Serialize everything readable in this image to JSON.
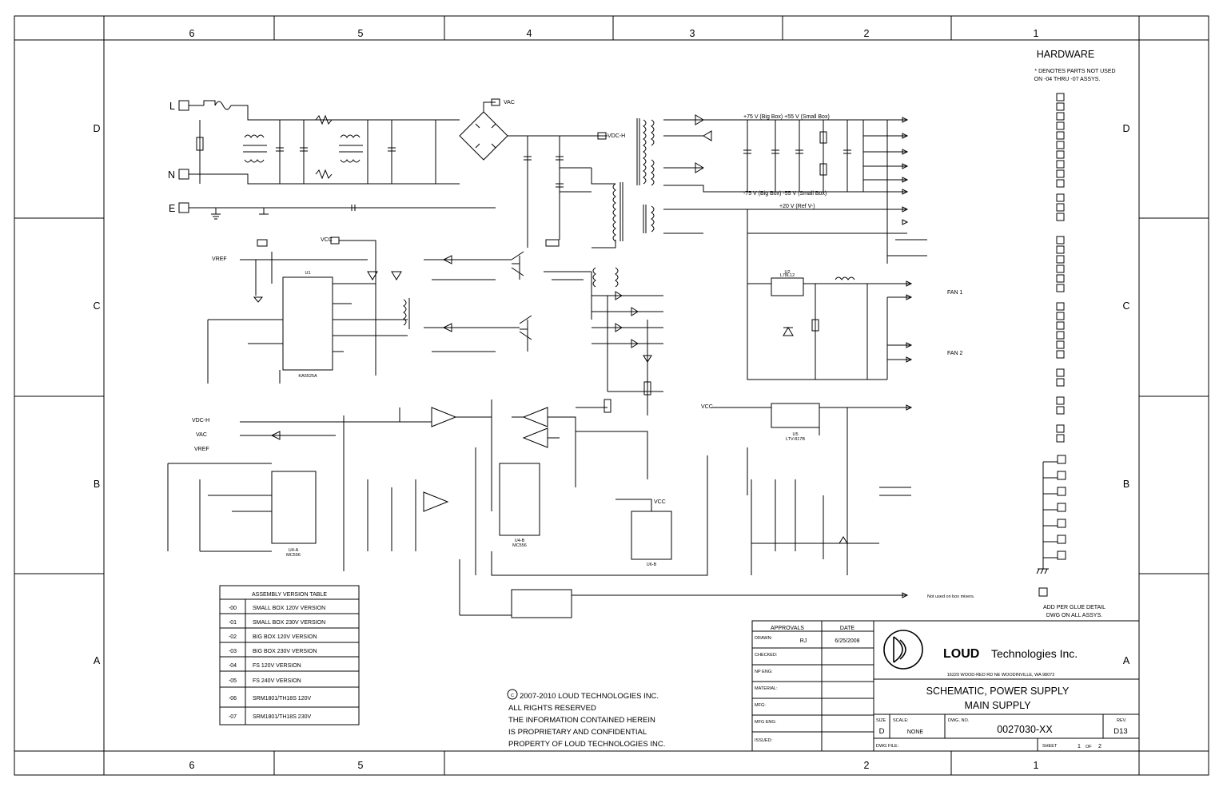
{
  "border": {
    "columns_top": [
      "6",
      "5",
      "4",
      "3",
      "2",
      "1"
    ],
    "columns_bottom": [
      "6",
      "5",
      "2",
      "1"
    ],
    "rows": [
      "D",
      "C",
      "B",
      "A"
    ]
  },
  "hardware": {
    "title": "HARDWARE",
    "note_line1": "* DENOTES PARTS NOT USED",
    "note_line2": "ON -04 THRU -07 ASSYS.",
    "glue_line1": "ADD PER GLUE DETAIL",
    "glue_line2": "DWG ON ALL ASSYS."
  },
  "rails": {
    "pos": "+75 V (Big Box) +55 V (Small Box)",
    "neg": "-75 V (Big Box) -55 V (Small Box)",
    "p20": "+20 V (Ref V-)"
  },
  "connectors": {
    "line": "L",
    "neutral": "N",
    "earth": "E",
    "fan1": "FAN 1",
    "fan2": "FAN 2",
    "pg_note": "Not used on box mixers."
  },
  "labels": {
    "vac": "VAC",
    "vdc_h": "VDC-H",
    "vcc": "VCC",
    "vref": "VREF",
    "ic_u1": "U1",
    "ic_u1_part": "KA5525A",
    "ic_u2": "U2",
    "ic_u2_part": "L78L12",
    "ic_u4a": "U4-A",
    "ic_u4a_part": "MC556",
    "ic_u4b": "U4-B",
    "ic_u4b_part": "MC556",
    "ic_u5": "U5",
    "ic_u5_part": "LTV-817B",
    "ic_u6": "U6-B"
  },
  "assembly_table": {
    "title": "ASSEMBLY VERSION TABLE",
    "rows": [
      [
        "-00",
        "SMALL BOX 120V VERSION"
      ],
      [
        "-01",
        "SMALL BOX 230V VERSION"
      ],
      [
        "-02",
        "BIG BOX 120V VERSION"
      ],
      [
        "-03",
        "BIG BOX 230V VERSION"
      ],
      [
        "-04",
        "FS 120V VERSION"
      ],
      [
        "-05",
        "FS 240V VERSION"
      ],
      [
        "-06",
        "SRM1801/TH18S 120V"
      ],
      [
        "-07",
        "SRM1801/TH18S 230V"
      ]
    ]
  },
  "copyright": [
    "2007-2010 LOUD TECHNOLOGIES INC.",
    "ALL RIGHTS RESERVED",
    "THE INFORMATION CONTAINED HEREIN",
    "IS PROPRIETARY AND CONFIDENTIAL",
    "PROPERTY OF LOUD TECHNOLOGIES INC."
  ],
  "title_block": {
    "approvals_header": "APPROVALS",
    "date_header": "DATE",
    "rows": [
      {
        "label": "DRAWN:",
        "name": "RJ",
        "date": "6/25/2008"
      },
      {
        "label": "CHECKED:",
        "name": "",
        "date": ""
      },
      {
        "label": "NP ENG:",
        "name": "",
        "date": ""
      },
      {
        "label": "MATERIAL:",
        "name": "",
        "date": ""
      },
      {
        "label": "MFG:",
        "name": "",
        "date": ""
      },
      {
        "label": "MFG ENG:",
        "name": "",
        "date": ""
      },
      {
        "label": "ISSUED:",
        "name": "",
        "date": ""
      }
    ],
    "company_logo": "LOUD",
    "company_rest": "Technologies Inc.",
    "address": "16220 WOOD-RED RD NE WOODINVILLE, WA 98072",
    "title1": "SCHEMATIC, POWER SUPPLY",
    "title2": "MAIN SUPPLY",
    "size_label": "SIZE",
    "size": "D",
    "scale_label": "SCALE:",
    "scale": "NONE",
    "dwg_no_label": "DWG. NO.",
    "dwg_no": "0027030-XX",
    "rev_label": "REV.",
    "rev": "D13",
    "dwg_file_label": "DWG FILE:",
    "sheet_label": "SHEET",
    "sheet": "1",
    "of_label": "OF",
    "of": "2"
  }
}
